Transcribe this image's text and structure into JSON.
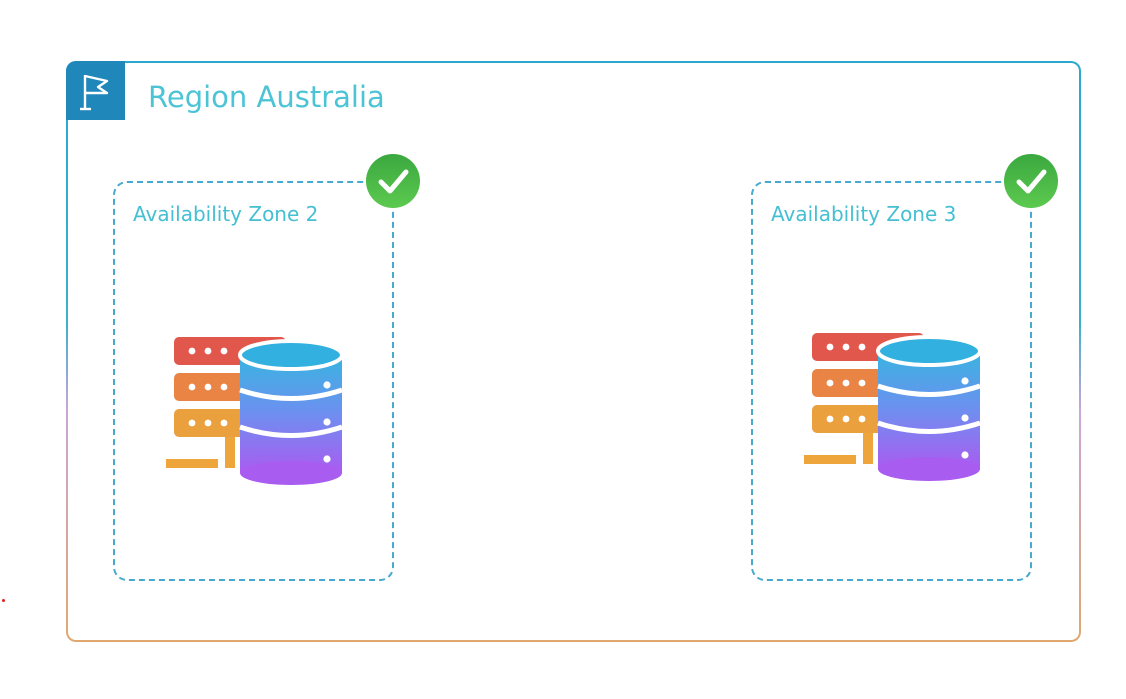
{
  "region": {
    "title": "Region Australia",
    "icon": "flag-icon"
  },
  "zones": [
    {
      "label": "Availability Zone 2",
      "status_icon": "check-circle-icon",
      "icon": "server-database-icon"
    },
    {
      "label": "Availability Zone 3",
      "status_icon": "check-circle-icon",
      "icon": "server-database-icon"
    }
  ],
  "colors": {
    "region_title": "#4cc4d6",
    "zone_border": "#46a9cd",
    "flag_bg": "#1f87b9",
    "check_green": "#3fb54a"
  }
}
